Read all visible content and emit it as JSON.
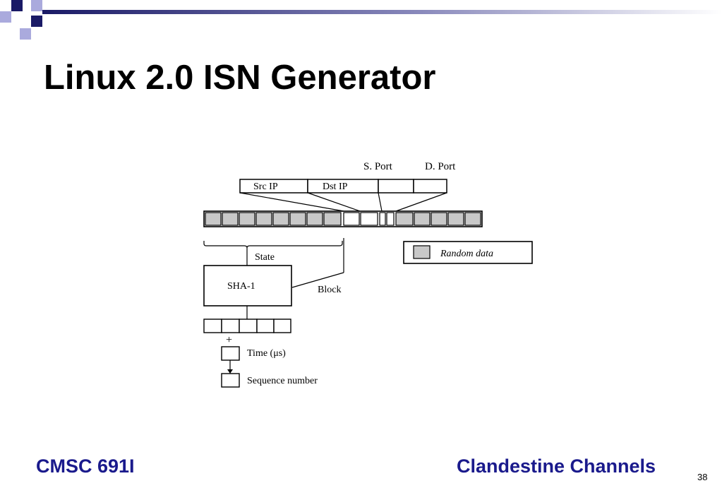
{
  "slide": {
    "title": "Linux 2.0 ISN Generator",
    "footer_left": "CMSC 691I",
    "footer_right": "Clandestine Channels",
    "page_number": "38"
  },
  "diagram": {
    "header_labels": {
      "src_port": "S. Port",
      "dst_port": "D. Port"
    },
    "header_fields": {
      "src_ip": "Src IP",
      "dst_ip": "Dst IP"
    },
    "state_label": "State",
    "hash_label": "SHA-1",
    "block_label": "Block",
    "legend_label": "Random data",
    "plus_sign": "+",
    "time_label": "Time (μs)",
    "sequence_label": "Sequence number"
  },
  "colors": {
    "footer_text": "#1a1a8c",
    "deco_navy": "#1a1a66",
    "deco_lavender": "#aaaadd",
    "random_data_gray": "#c8c8c8"
  }
}
